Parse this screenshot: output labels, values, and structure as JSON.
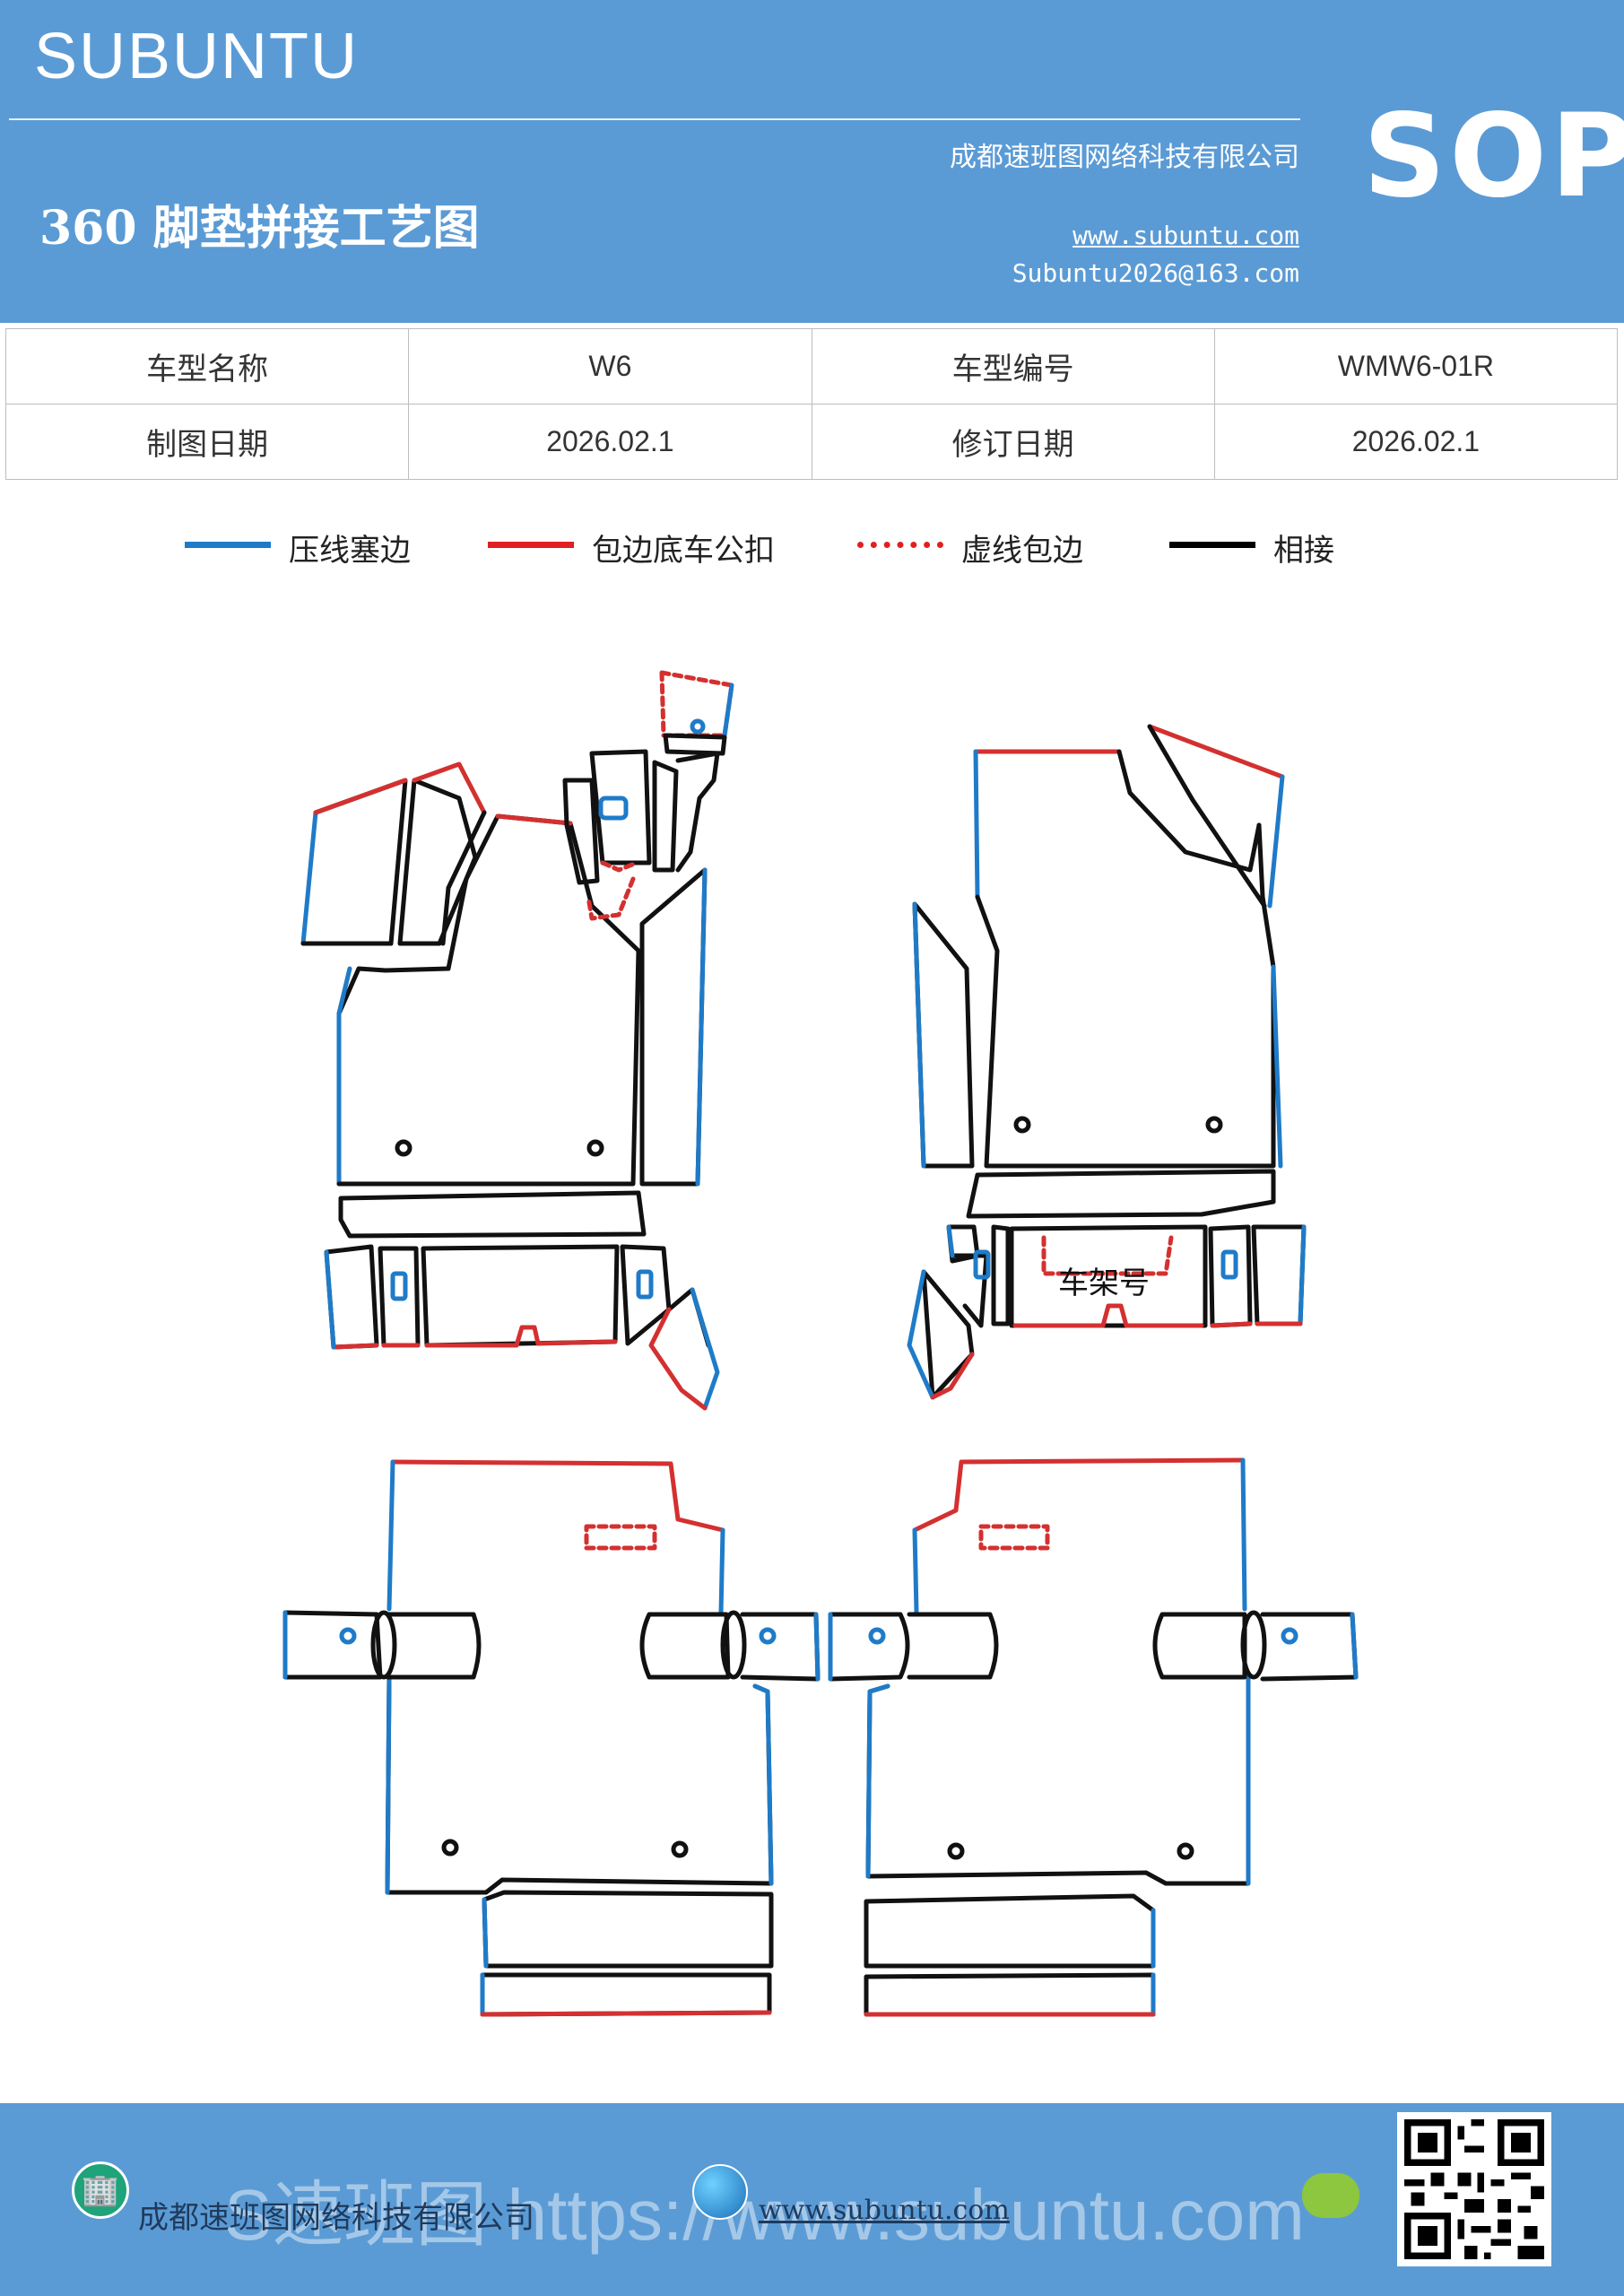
{
  "header": {
    "brand": "SUBUNTU",
    "company": "成都速班图网络科技有限公司",
    "title": "360 脚垫拼接工艺图",
    "website": "www.subuntu.com",
    "email": "Subuntu2026@163.com",
    "badge": "SOP"
  },
  "info_table": {
    "rows": [
      {
        "label1": "车型名称",
        "value1": "W6",
        "label2": "车型编号",
        "value2": "WMW6-01R"
      },
      {
        "label1": "制图日期",
        "value1": "2026.02.1",
        "label2": "修订日期",
        "value2": "2026.02.1"
      }
    ]
  },
  "legend": [
    {
      "label": "压线塞边",
      "color": "#1f7bc8",
      "style": "solid"
    },
    {
      "label": "包边底车公扣",
      "color": "#e02020",
      "style": "solid"
    },
    {
      "label": "虚线包边",
      "color": "#e02020",
      "style": "dotted"
    },
    {
      "label": "相接",
      "color": "#000000",
      "style": "solid"
    }
  ],
  "diagram": {
    "frame_label": "车架号",
    "colors": {
      "press": "#1f7bc8",
      "wrap": "#d43030",
      "join": "#111111"
    }
  },
  "footer": {
    "company": "成都速班图网络科技有限公司",
    "website": "www.subuntu.com",
    "watermark": "S速班图 https://www.subuntu.com"
  }
}
